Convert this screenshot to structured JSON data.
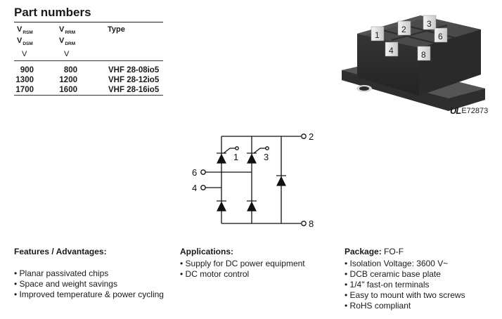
{
  "part_numbers": {
    "title": "Part numbers",
    "headers": {
      "col1": [
        {
          "v": "V",
          "sub": "RSM"
        },
        {
          "v": "V",
          "sub": "DSM"
        }
      ],
      "col2": [
        {
          "v": "V",
          "sub": "RRM"
        },
        {
          "v": "V",
          "sub": "DRM"
        }
      ],
      "col3": "Type"
    },
    "units": [
      "V",
      "V"
    ],
    "rows": [
      {
        "vrsm": "900",
        "vrrm": "800",
        "type": "VHF 28-08io5"
      },
      {
        "vrsm": "1300",
        "vrrm": "1200",
        "type": "VHF 28-12io5"
      },
      {
        "vrsm": "1700",
        "vrrm": "1600",
        "type": "VHF 28-16io5"
      }
    ]
  },
  "package_image": {
    "pin_labels": [
      "1",
      "2",
      "3",
      "4",
      "6",
      "8"
    ],
    "ul_file": "E72873",
    "ul_logo": "UL"
  },
  "circuit": {
    "terminals": [
      "2",
      "1",
      "3",
      "6",
      "4",
      "8"
    ]
  },
  "features": {
    "title": "Features / Advantages:",
    "items": [
      "• Planar passivated chips",
      "• Space and weight savings",
      "• Improved temperature & power cycling"
    ]
  },
  "applications": {
    "title": "Applications:",
    "items": [
      "• Supply for DC power equipment",
      "• DC motor control"
    ]
  },
  "package": {
    "title": "Package:",
    "value": "FO-F",
    "items": [
      "• Isolation Voltage: 3600 V~",
      "• DCB ceramic base plate",
      "• 1/4\" fast-on terminals",
      "• Easy to mount with two screws",
      "• RoHS compliant"
    ]
  }
}
